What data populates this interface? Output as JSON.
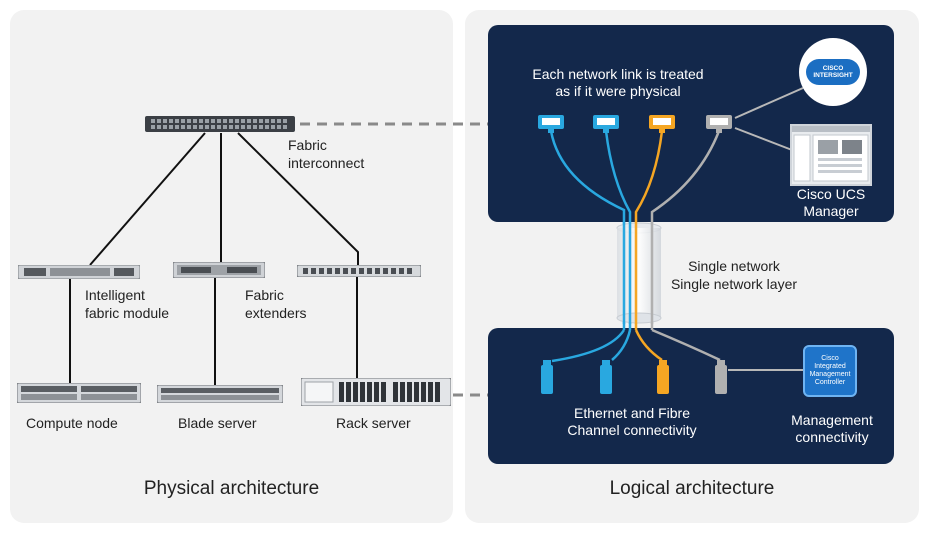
{
  "physical": {
    "title": "Physical architecture",
    "fabric_interconnect_label": "Fabric\ninterconnect",
    "intelligent_fabric_module_label": "Intelligent\nfabric module",
    "fabric_extenders_label": "Fabric\nextenders",
    "compute_node_label": "Compute node",
    "blade_server_label": "Blade server",
    "rack_server_label": "Rack server"
  },
  "logical": {
    "title": "Logical architecture",
    "network_link_note": "Each network link is treated\nas if it were physical",
    "single_network_label": "Single network\nSingle network layer",
    "ucs_manager_label": "Cisco UCS\nManager",
    "intersight_logo_text": "CISCO\nINTERSIGHT",
    "ethernet_fc_label": "Ethernet and Fibre\nChannel connectivity",
    "management_label": "Management\nconnectivity",
    "cimc_text": "Cisco\nIntegrated\nManagement\nController"
  },
  "colors": {
    "panel_bg": "#f2f2f2",
    "navy": "#13284b",
    "link_blue": "#29a8e0",
    "link_orange": "#f5a623",
    "link_gray": "#b0b0b0",
    "cimc_blue": "#1f74c9"
  },
  "icons": {
    "fabric_interconnect": "network-switch-icon",
    "fabric_module": "chassis-module-icon",
    "fabric_extender": "fabric-extender-icon",
    "rack_server": "rack-server-icon",
    "virtual_nic": "virtual-nic-icon",
    "virtual_port": "virtual-port-icon"
  }
}
